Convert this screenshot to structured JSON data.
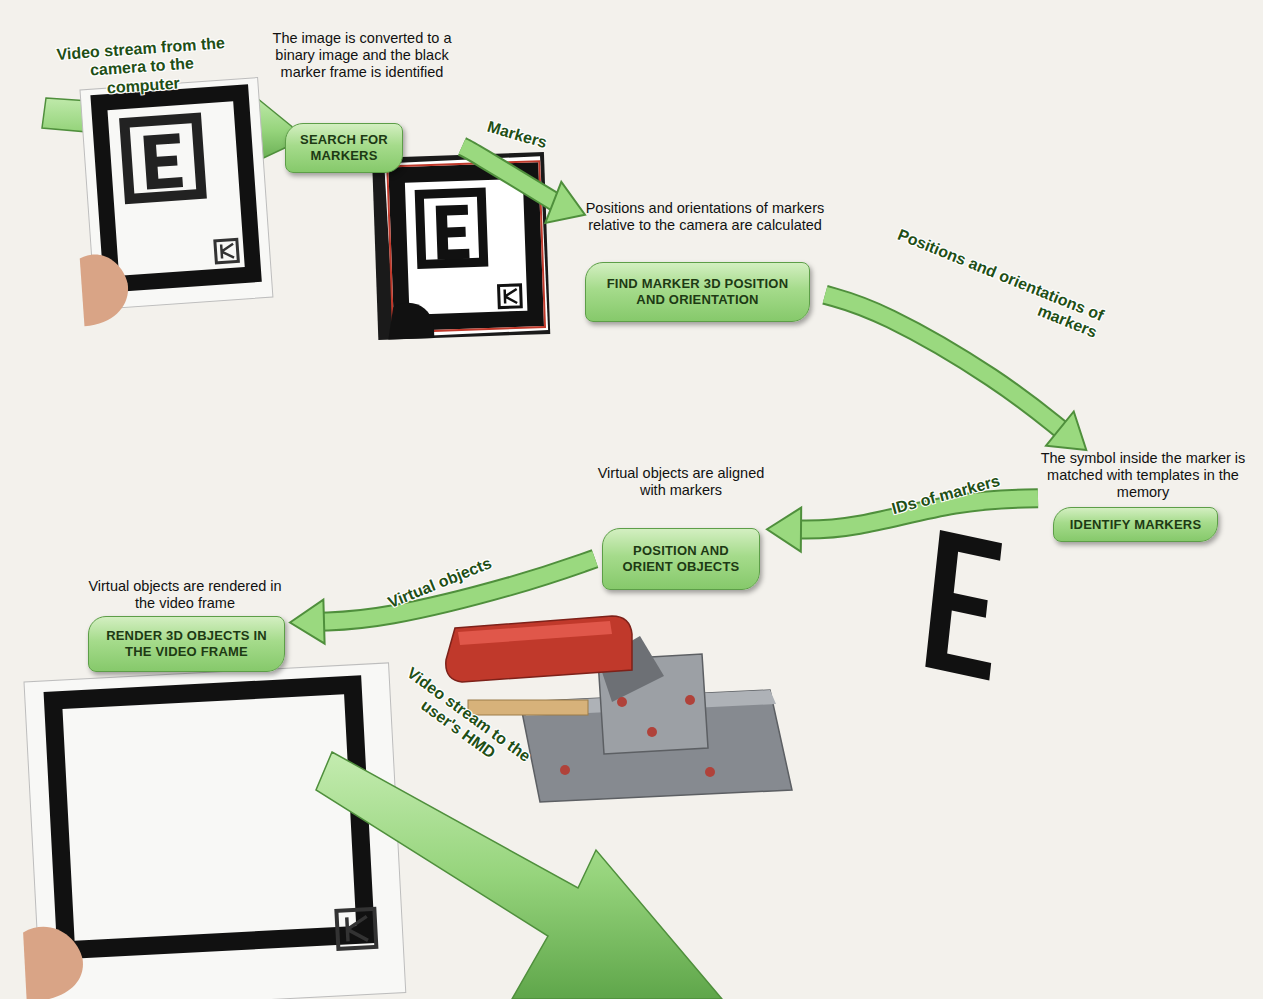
{
  "diagram": {
    "nodes": [
      {
        "text": [
          "The image is converted to a binary image and the black marker frame is identified",
          "SEARCH FOR MARKERS"
        ]
      },
      {
        "text": [
          "Positions and orientations of markers relative to the camera are calculated",
          "FIND MARKER 3D POSITION AND ORIENTATION"
        ]
      },
      {
        "text": [
          "The symbol inside the marker is matched with templates in the memory",
          "IDENTIFY MARKERS"
        ]
      },
      {
        "text": [
          "Virtual objects are aligned with markers",
          "POSITION AND ORIENT OBJECTS"
        ]
      },
      {
        "text": [
          "Virtual objects are rendered in the video frame",
          "RENDER 3D OBJECTS IN THE VIDEO FRAME"
        ]
      }
    ],
    "edges": [
      {
        "from": 0,
        "to": 1,
        "arrow": "to",
        "label": "Markers"
      },
      {
        "from": 1,
        "to": 2,
        "arrow": "to",
        "label": "Positions and orientations of markers"
      },
      {
        "from": 2,
        "to": 3,
        "arrow": "to",
        "label": "IDs of markers"
      },
      {
        "from": 3,
        "to": 4,
        "arrow": "to",
        "label": "Virtual objects"
      }
    ],
    "labels": [
      "Video stream from the camera to the computer",
      "Video stream to the user's HMD"
    ]
  }
}
